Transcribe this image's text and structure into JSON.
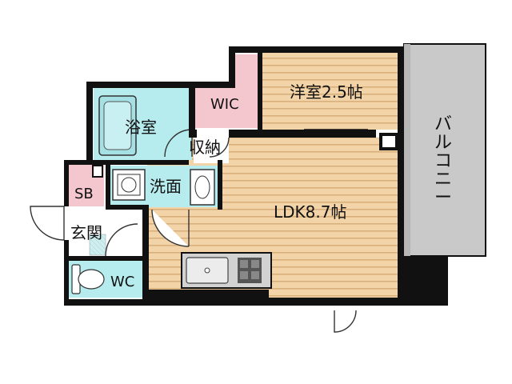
{
  "colors": {
    "wall": "#111111",
    "wood_floor": "#f3d3a8",
    "wood_stripe": "#d9b07c",
    "wet_area": "#b7ecef",
    "storage_pink": "#f4c7cf",
    "balcony": "#c9c9c9",
    "fixture_grey": "#d2d2d2"
  },
  "rooms": {
    "western_room": "洋室2.5帖",
    "wic": "WIC",
    "bath": "浴室",
    "storage": "収納",
    "washroom": "洗面",
    "shoe_box": "SB",
    "entrance": "玄関",
    "toilet": "WC",
    "ldk": "LDK8.7帖",
    "balcony_chars": [
      "バ",
      "ル",
      "コ",
      "ニ",
      "ー"
    ]
  }
}
